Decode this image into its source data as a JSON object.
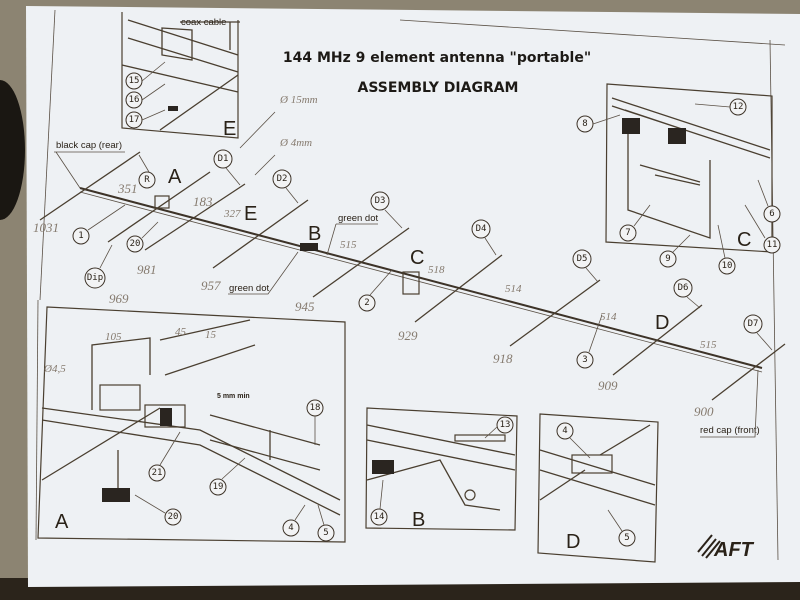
{
  "title": "144 MHz 9 element antenna \"portable\"",
  "subtitle": "ASSEMBLY DIAGRAM",
  "labels": {
    "black_cap": "black cap (rear)",
    "green_dot_1": "green dot",
    "green_dot_2": "green dot",
    "coax_cable": "coax cable",
    "red_cap": "red cap (front)",
    "min_gap": "5 mm min"
  },
  "section_letters": {
    "A": "A",
    "B": "B",
    "C": "C",
    "D": "D",
    "E": "E"
  },
  "main_callouts": {
    "R": "R",
    "one": "1",
    "twenty": "20",
    "dip": "Dip",
    "two": "2",
    "three": "3",
    "D1": "D1",
    "D2": "D2",
    "D3": "D3",
    "D4": "D4",
    "D5": "D5",
    "D6": "D6",
    "D7": "D7"
  },
  "handwritten": {
    "diam_boom": "Ø 15mm",
    "diam_elem": "Ø 4mm",
    "len_R": "1031",
    "space_R": "351",
    "space_dip": "183",
    "space_D1": "327",
    "len_D1": "981",
    "len_dip": "969",
    "len_D2": "957",
    "space_D3": "515",
    "len_D3": "945",
    "space_D4": "518",
    "len_D4": "929",
    "space_D5": "514",
    "len_D5": "918",
    "space_D6": "514",
    "len_D6": "909",
    "space_D7": "515",
    "len_D7": "900",
    "dim_105": "105",
    "dim_45": "45",
    "dim_15": "15",
    "dim_diam": "Ø4,5"
  },
  "inset_E": {
    "letter": "E",
    "callouts": [
      "15",
      "16",
      "17"
    ]
  },
  "inset_C": {
    "letter": "C",
    "callouts": [
      "12",
      "8",
      "6",
      "7",
      "11",
      "9",
      "10"
    ]
  },
  "inset_A": {
    "letter": "A",
    "callouts": [
      "18",
      "19",
      "21",
      "20",
      "4",
      "5"
    ]
  },
  "inset_B": {
    "letter": "B",
    "callouts": [
      "13",
      "14"
    ]
  },
  "inset_D": {
    "letter": "D",
    "callouts": [
      "4",
      "5"
    ]
  },
  "logo": "AFT"
}
